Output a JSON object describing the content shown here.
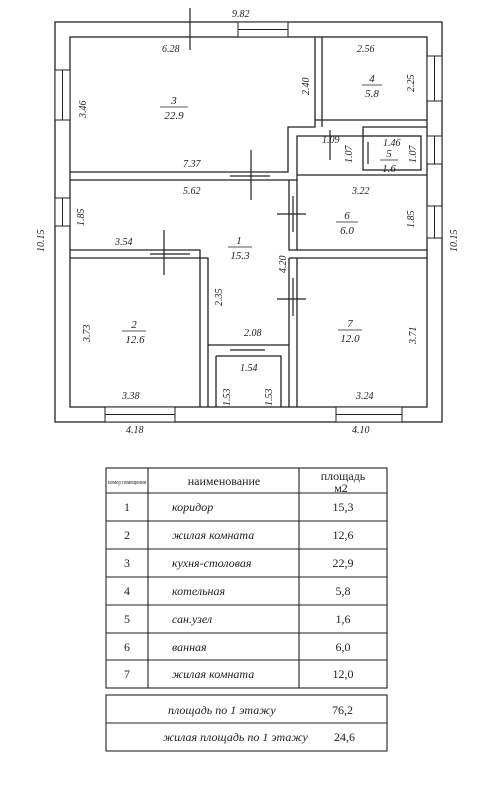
{
  "plan": {
    "overall": {
      "width_top": "9.82",
      "height_left": "10.15",
      "height_right": "10.15",
      "bottom_left": "4.18",
      "bottom_right": "4.10"
    },
    "rooms": [
      {
        "num": "1",
        "area": "15.3"
      },
      {
        "num": "2",
        "area": "12.6"
      },
      {
        "num": "3",
        "area": "22.9"
      },
      {
        "num": "4",
        "area": "5.8"
      },
      {
        "num": "5",
        "area": "1.6"
      },
      {
        "num": "6",
        "area": "6.0"
      },
      {
        "num": "7",
        "area": "12.0"
      }
    ],
    "dims": {
      "r3_top": "6.28",
      "r3_left": "3.46",
      "r3_right": "2.40",
      "r3_bottom": "7.37",
      "r4_top": "2.56",
      "r4_right": "2.25",
      "r4_bottom": "1.09",
      "r5_top": "1.46",
      "r5_left": "1.07",
      "r5_right": "1.07",
      "r1_top": "5.62",
      "r1_left": "1.85",
      "r1_mid": "3.54",
      "r1_inner": "2.35",
      "r1_right": "4.20",
      "r1_bottom": "2.08",
      "r6_top": "3.22",
      "r6_right": "1.85",
      "r2_left": "3.73",
      "r2_bottom": "3.38",
      "r7_right": "3.71",
      "r7_bottom": "3.24",
      "pantry_top": "1.54",
      "pantry_left": "1.53",
      "pantry_right": "1.53"
    }
  },
  "table": {
    "header": {
      "col_num": "номер помещения",
      "col_name": "наименование",
      "col_area_line1": "площадь",
      "col_area_line2": "м2"
    },
    "rows": [
      {
        "num": "1",
        "name": "коридор",
        "area": "15,3"
      },
      {
        "num": "2",
        "name": "жилая комната",
        "area": "12,6"
      },
      {
        "num": "3",
        "name": "кухня-столовая",
        "area": "22,9"
      },
      {
        "num": "4",
        "name": "котельная",
        "area": "5,8"
      },
      {
        "num": "5",
        "name": "сан.узел",
        "area": "1,6"
      },
      {
        "num": "6",
        "name": "ванная",
        "area": "6,0"
      },
      {
        "num": "7",
        "name": "жилая комната",
        "area": "12,0"
      }
    ],
    "summary": [
      {
        "label": "площадь по 1 этажу",
        "value": "76,2"
      },
      {
        "label": "жилая площадь по 1 этажу",
        "value": "24,6"
      }
    ]
  }
}
